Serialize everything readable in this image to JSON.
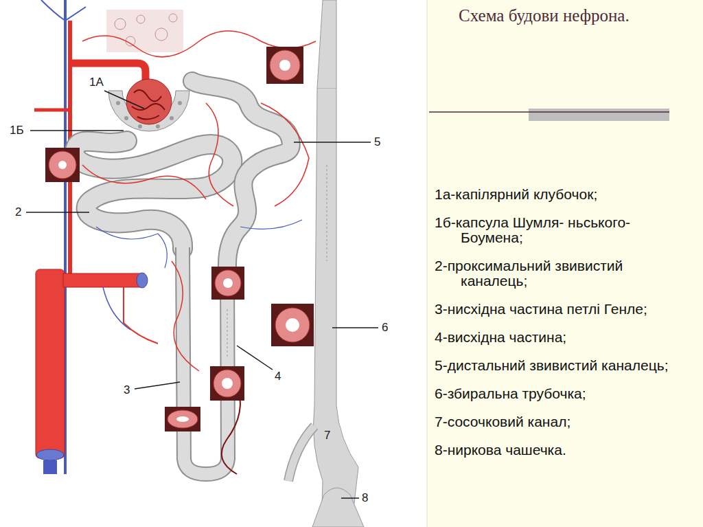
{
  "diagram": {
    "title": "Схема будови нефрона.",
    "labels": [
      "1А",
      "1Б",
      "2",
      "3",
      "4",
      "5",
      "6",
      "7",
      "8",
      "1а-капілярний клубочок;",
      "1б-капсула Шумля- ньського-Боумена;",
      "2-проксимальний звивистий каналець;",
      "3-нисхідна частина петлі Генле;",
      "4-висхідна частина;",
      "5-дистальний звивистий каналець;",
      "6-збиральна трубочка;",
      "7-сосочковий канал;",
      "8-ниркова чашечка."
    ]
  }
}
